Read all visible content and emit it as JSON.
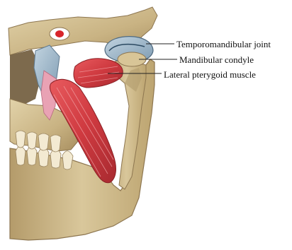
{
  "figure": {
    "labels": {
      "temporomandibular_joint": "Temporomandibular joint",
      "mandibular_condyle": "Mandibular condyle",
      "lateral_pterygoid_muscle": "Lateral pterygoid muscle"
    },
    "colors": {
      "bone": "#cdb98a",
      "bone_dark": "#a89062",
      "muscle": "#d8444a",
      "muscle_dark": "#a82a30",
      "cartilage": "#9ab4c8",
      "leader_line": "#222222"
    }
  }
}
